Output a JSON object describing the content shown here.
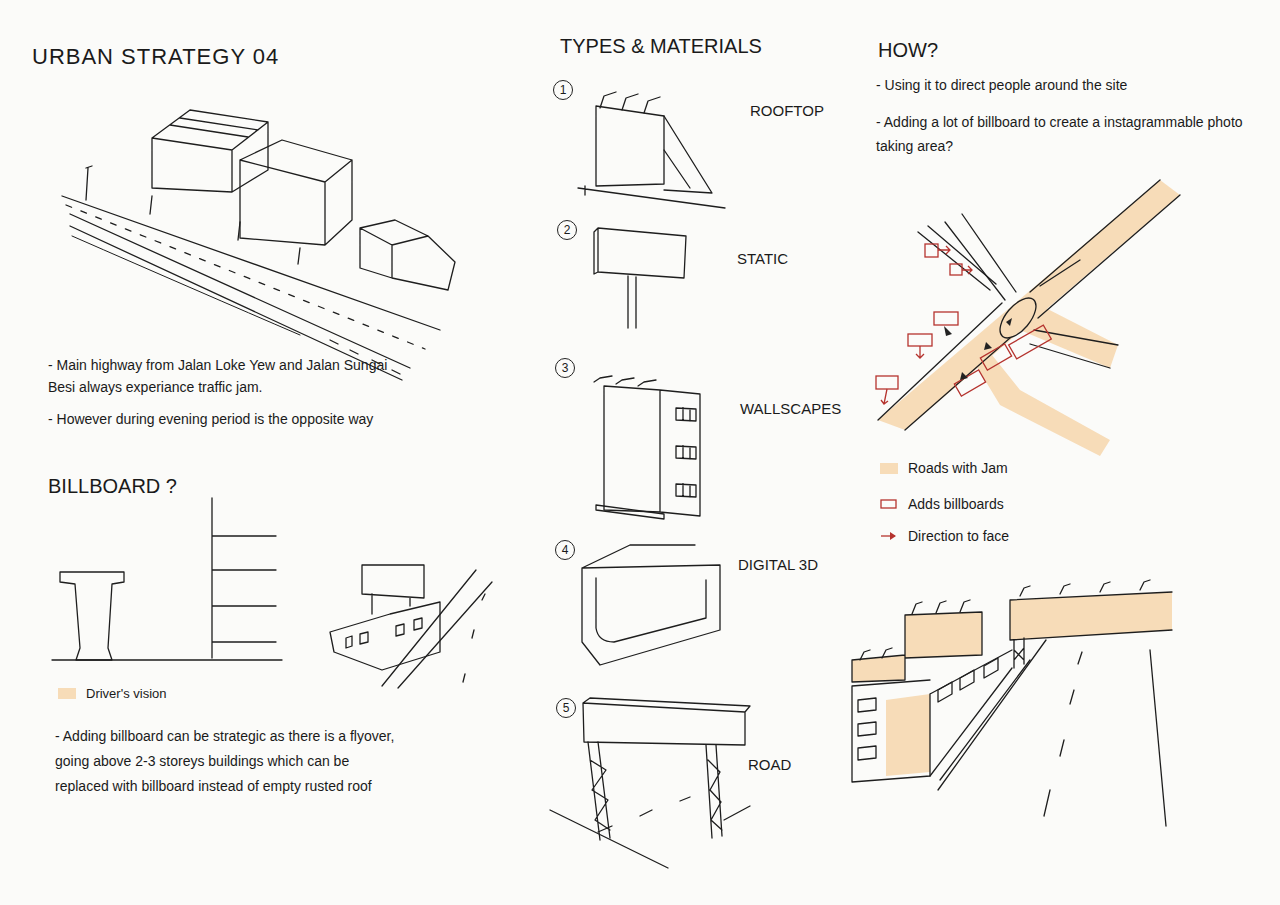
{
  "diagram": {
    "title": "URBAN STRATEGY 04",
    "labels": [
      "- Main highway from Jalan Loke Yew and Jalan Sungai Besi always experiance traffic jam.",
      "- However during evening period is the opposite way",
      "BILLBOARD ?",
      "- Adding billboard can be strategic as there is a flyover, going above 2-3 storeys buildings which can be replaced with billboard instead of empty rusted roof",
      "TYPES & MATERIALS",
      "1",
      "ROOFTOP",
      "2",
      "STATIC",
      "3",
      "WALLSCAPES",
      "4",
      "DIGITAL 3D",
      "5",
      "ROAD",
      "HOW?",
      "- Using it to direct people around the site",
      "- Adding a lot of billboard to create a instagrammable photo taking area?"
    ],
    "legend": [
      {
        "text": "Driver's vision",
        "color": "#f7dcb8"
      },
      {
        "text": "Roads with Jam",
        "color": "#f7dcb8"
      },
      {
        "text": "Adds billboards"
      },
      {
        "text": "Direction to face"
      }
    ]
  }
}
